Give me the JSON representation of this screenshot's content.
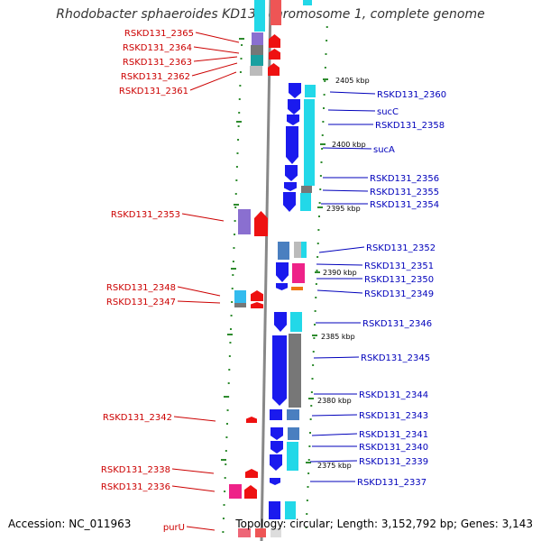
{
  "title": "Rhodobacter sphaeroides KD131 chromosome 1, complete genome",
  "footer": {
    "accession": "Accession: NC_011963",
    "topology": "Topology: circular; Length: 3,152,792 bp; Genes: 3,143"
  },
  "colors": {
    "left_label": "#cc0000",
    "right_label": "#0000bb",
    "tick": "#2e8b2e",
    "backbone": "#888888"
  },
  "kbp_labels": [
    "2405 kbp",
    "2400 kbp",
    "2395 kbp",
    "2390 kbp",
    "2385 kbp",
    "2380 kbp",
    "2375 kbp"
  ],
  "left_genes": [
    "RSKD131_2365",
    "RSKD131_2364",
    "RSKD131_2363",
    "RSKD131_2362",
    "RSKD131_2361",
    "RSKD131_2353",
    "RSKD131_2348",
    "RSKD131_2347",
    "RSKD131_2342",
    "RSKD131_2338",
    "RSKD131_2336",
    "purU"
  ],
  "right_genes": [
    "RSKD131_2360",
    "sucC",
    "RSKD131_2358",
    "sucA",
    "RSKD131_2356",
    "RSKD131_2355",
    "RSKD131_2354",
    "RSKD131_2352",
    "RSKD131_2351",
    "RSKD131_2350",
    "RSKD131_2349",
    "RSKD131_2346",
    "RSKD131_2345",
    "RSKD131_2344",
    "RSKD131_2343",
    "RSKD131_2341",
    "RSKD131_2340",
    "RSKD131_2339",
    "RSKD131_2337"
  ]
}
